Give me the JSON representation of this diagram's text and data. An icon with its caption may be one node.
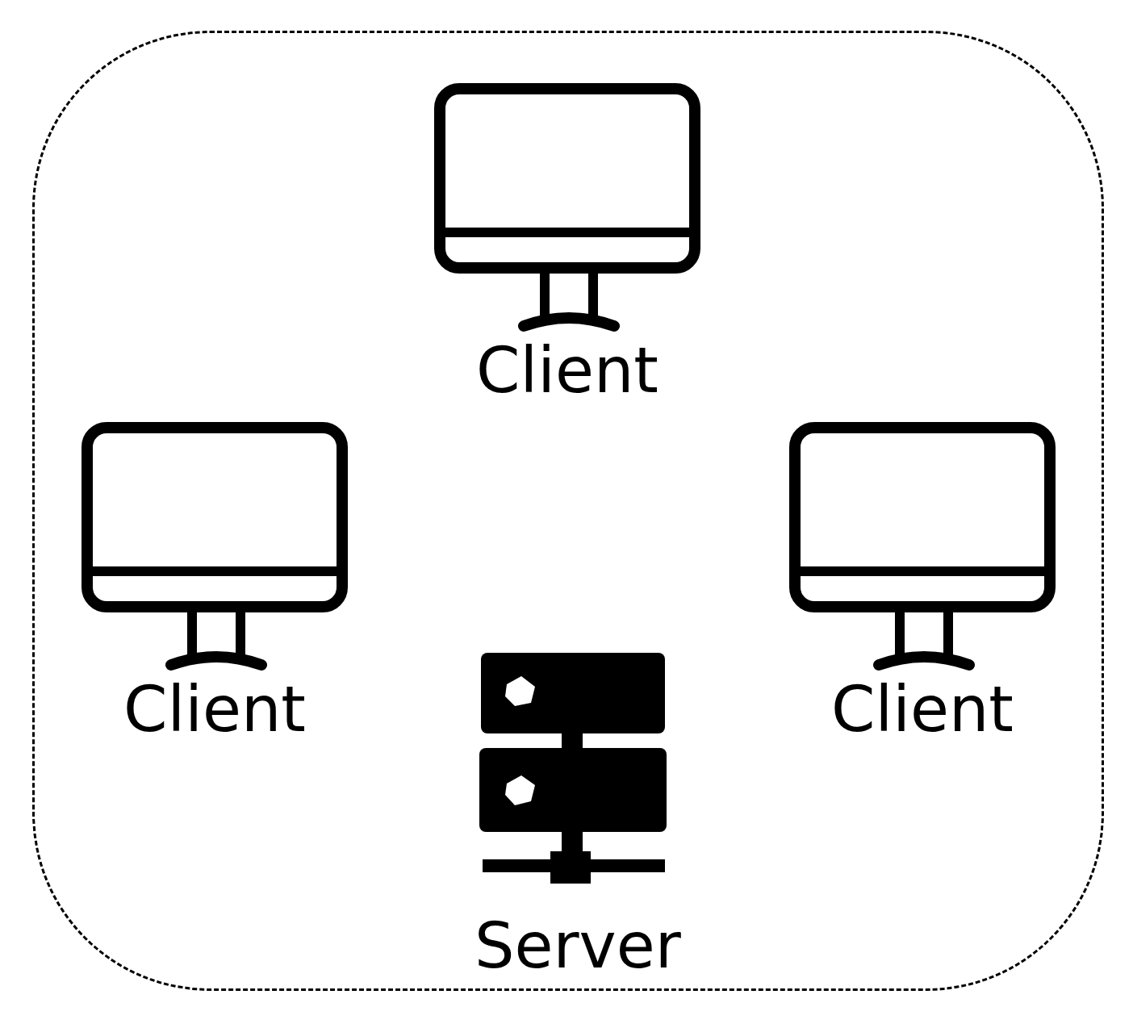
{
  "diagram": {
    "nodes": [
      {
        "text": [],
        "shape": "box"
      },
      {
        "text": [
          "Client"
        ],
        "in": 0
      },
      {
        "text": [
          "Client"
        ],
        "in": 0
      },
      {
        "text": [
          "Client"
        ],
        "in": 0
      },
      {
        "text": [
          "Server"
        ],
        "in": 0
      }
    ]
  }
}
